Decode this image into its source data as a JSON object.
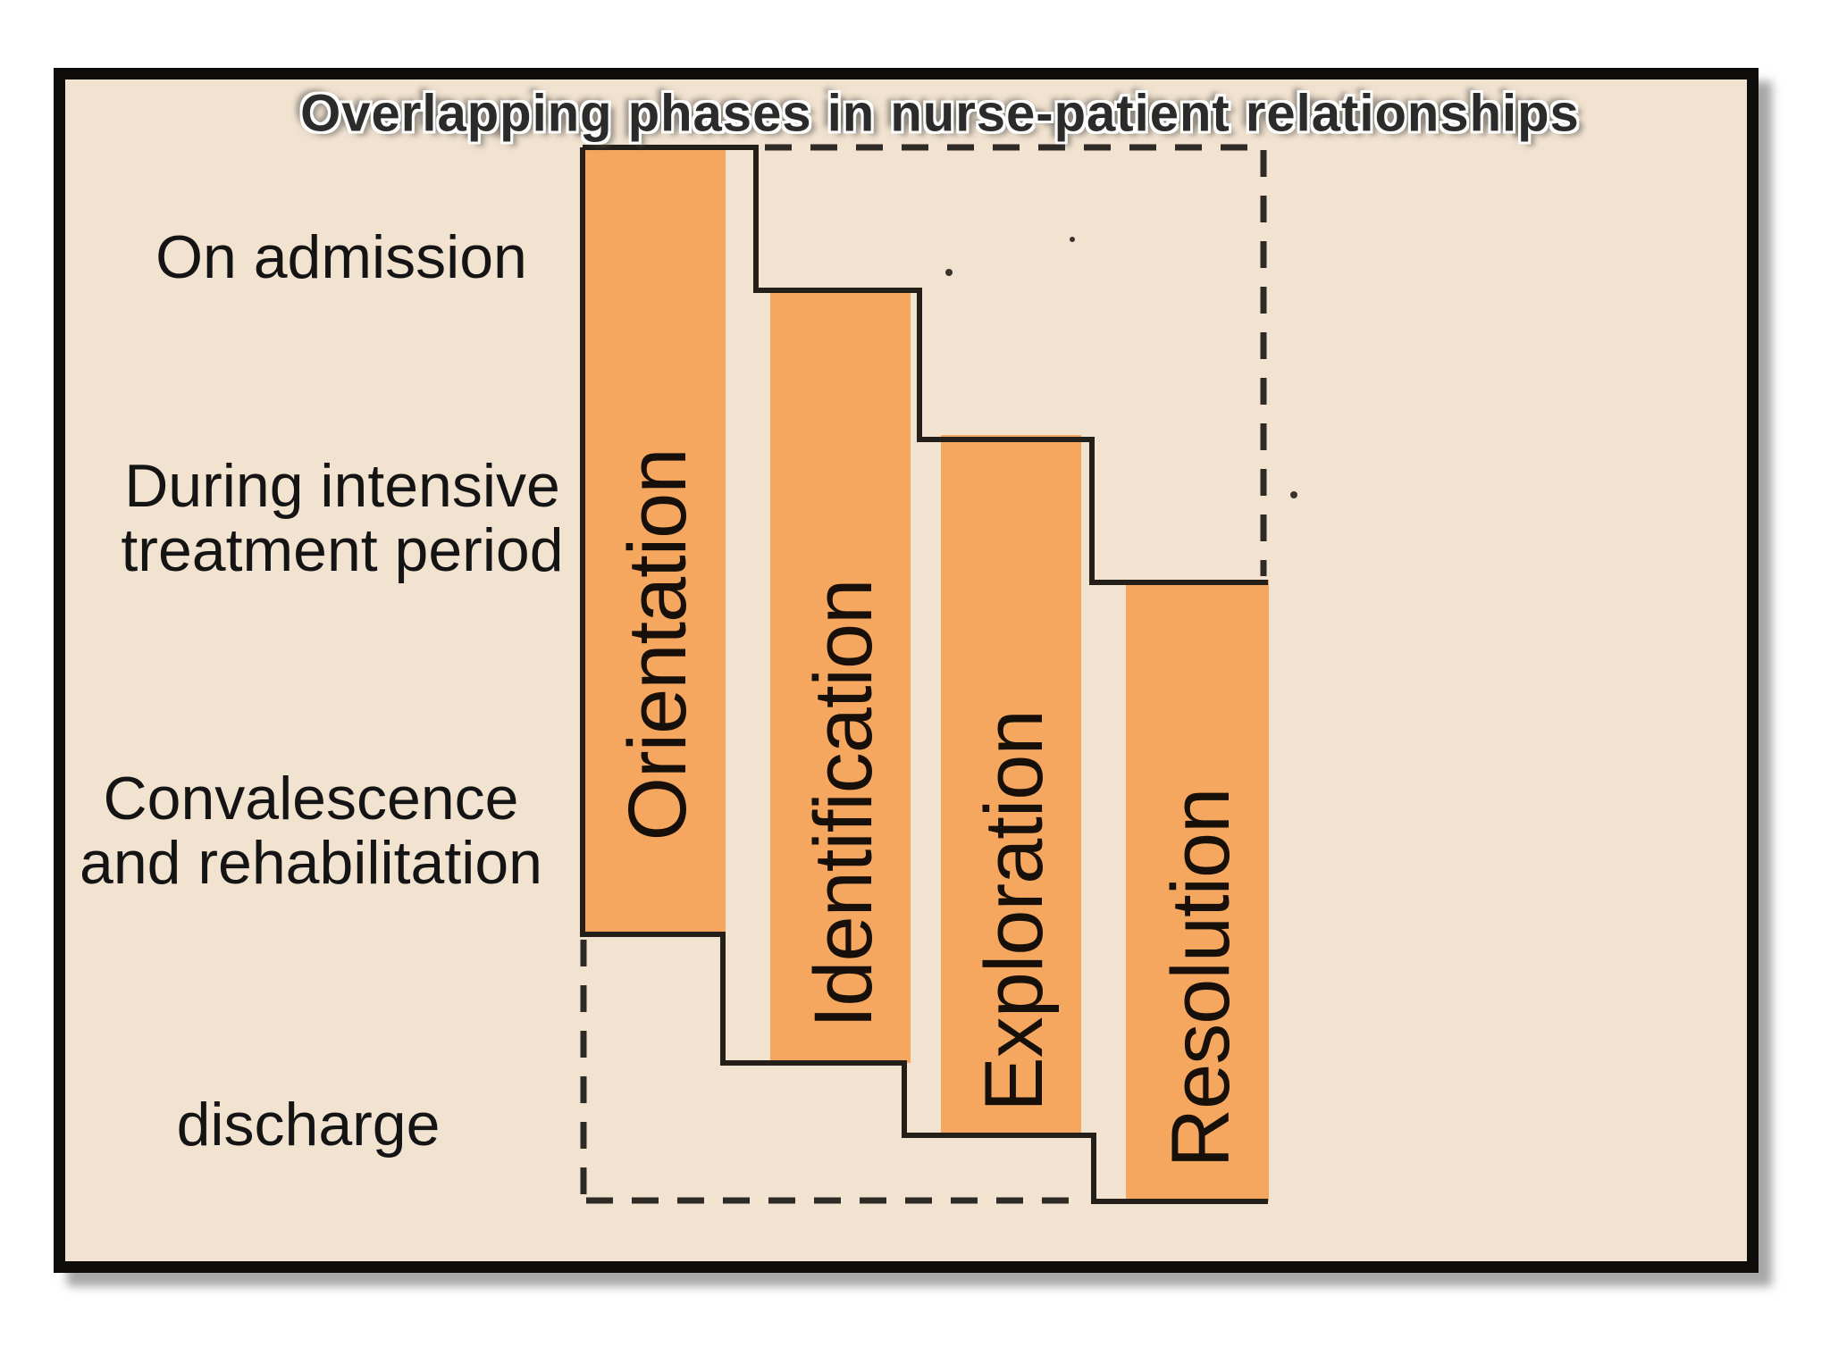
{
  "title": "Overlapping phases in nurse-patient relationships",
  "timeline": [
    {
      "line1": "On admission",
      "line2": ""
    },
    {
      "line1": "During intensive",
      "line2": "treatment period"
    },
    {
      "line1": "Convalescence",
      "line2": "and rehabilitation"
    },
    {
      "line1": "discharge",
      "line2": ""
    }
  ],
  "phases": [
    {
      "label": "Orientation"
    },
    {
      "label": "Identification"
    },
    {
      "label": "Exploration"
    },
    {
      "label": "Resolution"
    }
  ],
  "colors": {
    "bar_fill": "#F5A75F",
    "canvas_background": "#F2E3D1",
    "line": "#241F19",
    "dashed_line": "#2E2A25",
    "label_text": "#141414",
    "bar_label_text": "#17100A",
    "page_background": "#FFFFFF"
  }
}
